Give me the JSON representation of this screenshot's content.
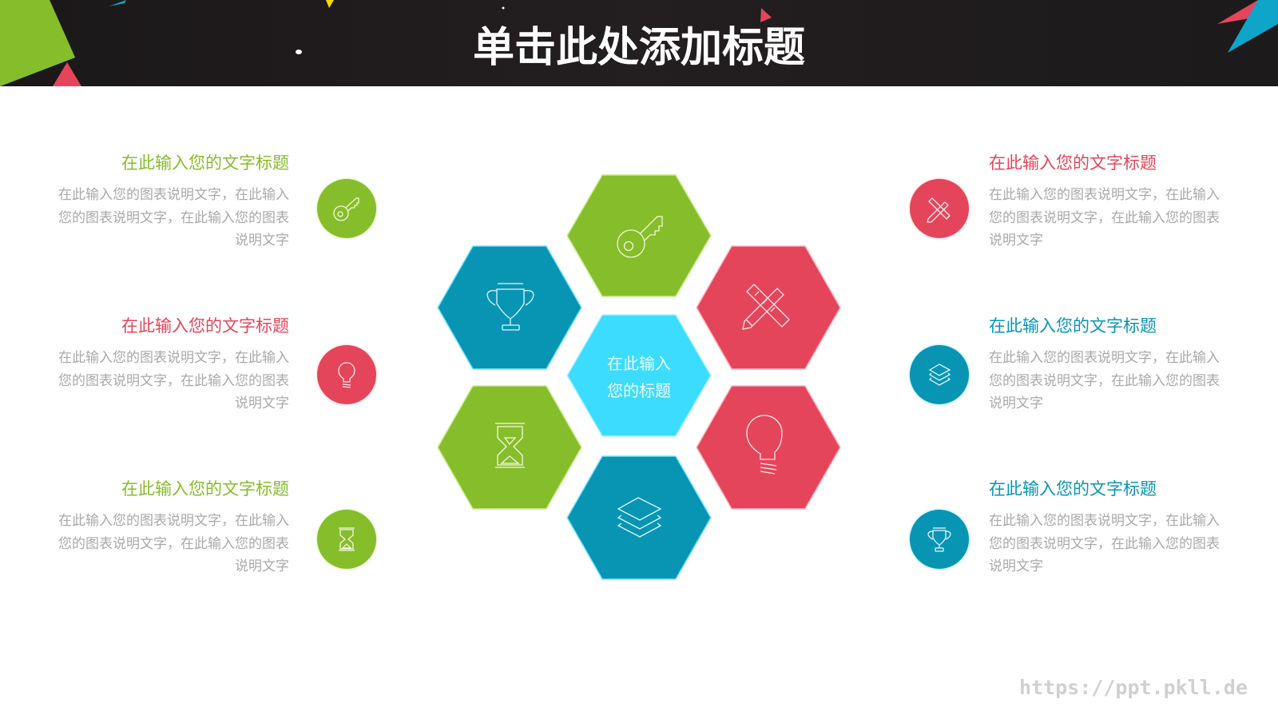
{
  "slide": {
    "title": "单击此处添加标题",
    "center_label": [
      "在此输入",
      "您的标题"
    ],
    "watermark": "https://ppt.pkll.de"
  },
  "colors": {
    "green": "#86bd2a",
    "red": "#e5455a",
    "teal": "#0895b4",
    "cyan": "#3cdcff",
    "header_bg": "#1f1b1d",
    "body_text": "#a9a9a9"
  },
  "hexagons": [
    {
      "position": "top",
      "color": "green",
      "icon": "key-icon"
    },
    {
      "position": "upper-left",
      "color": "teal",
      "icon": "trophy-icon"
    },
    {
      "position": "upper-right",
      "color": "red",
      "icon": "pencil-ruler-icon"
    },
    {
      "position": "center",
      "color": "cyan",
      "icon": "none"
    },
    {
      "position": "lower-left",
      "color": "green",
      "icon": "hourglass-icon"
    },
    {
      "position": "lower-right",
      "color": "red",
      "icon": "lightbulb-icon"
    },
    {
      "position": "bottom",
      "color": "teal",
      "icon": "layers-icon"
    }
  ],
  "left_items": [
    {
      "title": "在此输入您的文字标题",
      "desc": "在此输入您的图表说明文字，在此输入您的图表说明文字，在此输入您的图表说明文字",
      "color": "#86bd2a",
      "icon": "key-icon"
    },
    {
      "title": "在此输入您的文字标题",
      "desc": "在此输入您的图表说明文字，在此输入您的图表说明文字，在此输入您的图表说明文字",
      "color": "#e5455a",
      "icon": "lightbulb-icon"
    },
    {
      "title": "在此输入您的文字标题",
      "desc": "在此输入您的图表说明文字，在此输入您的图表说明文字，在此输入您的图表说明文字",
      "color": "#86bd2a",
      "icon": "hourglass-icon"
    }
  ],
  "right_items": [
    {
      "title": "在此输入您的文字标题",
      "desc": "在此输入您的图表说明文字，在此输入您的图表说明文字，在此输入您的图表说明文字",
      "color": "#e5455a",
      "icon": "pencil-ruler-icon"
    },
    {
      "title": "在此输入您的文字标题",
      "desc": "在此输入您的图表说明文字，在此输入您的图表说明文字，在此输入您的图表说明文字",
      "color": "#0895b4",
      "icon": "layers-icon"
    },
    {
      "title": "在此输入您的文字标题",
      "desc": "在此输入您的图表说明文字，在此输入您的图表说明文字，在此输入您的图表说明文字",
      "color": "#0895b4",
      "icon": "trophy-icon"
    }
  ]
}
